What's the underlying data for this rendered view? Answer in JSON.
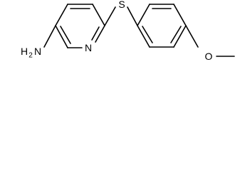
{
  "molecule": {
    "atoms": {
      "amine_h": "H",
      "amine_h_count": "2",
      "amine_n": "N",
      "ring_n": "N",
      "sulfur": "S",
      "oxygen": "O"
    }
  },
  "colors": {
    "bond": "#000000",
    "label": "#000000",
    "background": "#ffffff"
  }
}
